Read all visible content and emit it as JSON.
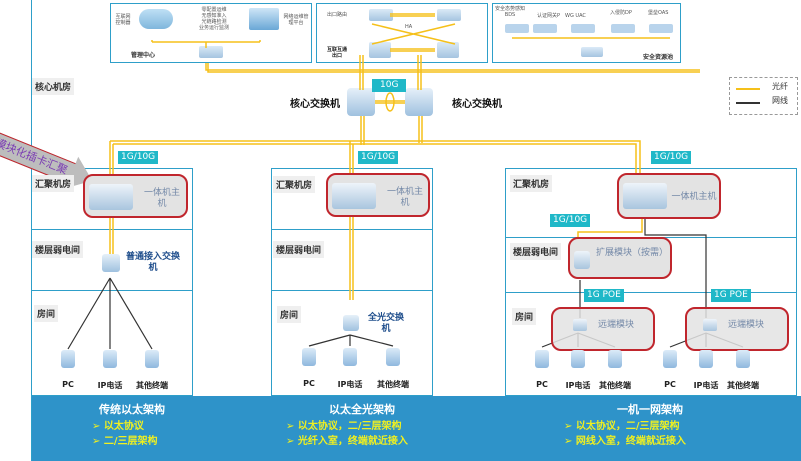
{
  "top_panels": {
    "management": {
      "title": "管理中心",
      "left_device_label": "互联网控制器",
      "center_text": [
        "零配置运维",
        "无感知准入",
        "光链路检测",
        "业务运行监测"
      ],
      "right_device_label": "网络运维管理平台"
    },
    "egress": {
      "router_label": "出口路由",
      "ha_label": "HA",
      "firewall_label": "互联互通出口"
    },
    "security": {
      "title": "安全资源池",
      "devices": [
        "安全态势感知BDS",
        "认证网关P",
        "WG UAC",
        "入侵防DP",
        "堡垒OAS"
      ]
    }
  },
  "legend": {
    "fiber_label": "光纤",
    "cable_label": "网线",
    "fiber_color": "#f5c01a",
    "cable_color": "#333333"
  },
  "core": {
    "zone_label": "核心机房",
    "switch_left_label": "核心交换机",
    "switch_right_label": "核心交换机",
    "link_tag": "10G"
  },
  "callout": {
    "text": "模块化插卡汇聚"
  },
  "columns": [
    {
      "uplink_tag": "1G/10G",
      "aggregation": {
        "zone_label": "汇聚机房",
        "device_label": "一体机主机"
      },
      "floor": {
        "zone_label": "楼层弱电间",
        "device_label": "普通接入交换机"
      },
      "room": {
        "zone_label": "房间",
        "terminals": [
          "PC",
          "IP电话",
          "其他终端"
        ]
      },
      "footer": {
        "title": "传统以太架构",
        "bullets": [
          "以太协议",
          "二/三层架构"
        ]
      }
    },
    {
      "uplink_tag": "1G/10G",
      "aggregation": {
        "zone_label": "汇聚机房",
        "device_label": "一体机主机"
      },
      "floor": {
        "zone_label": "楼层弱电间"
      },
      "room": {
        "zone_label": "房间",
        "device_label": "全光交换机",
        "terminals": [
          "PC",
          "IP电话",
          "其他终端"
        ]
      },
      "footer": {
        "title": "以太全光架构",
        "bullets": [
          "以太协议，二/三层架构",
          "光纤入室，终端就近接入"
        ]
      }
    },
    {
      "uplink_tag": "1G/10G",
      "aggregation": {
        "zone_label": "汇聚机房",
        "device_label": "一体机主机",
        "downlink_tag": "1G/10G"
      },
      "floor": {
        "zone_label": "楼层弱电间",
        "device_label": "扩展模块（按需）"
      },
      "room": {
        "zone_label": "房间",
        "poe_tags": [
          "1G  POE",
          "1G  POE"
        ],
        "remote_modules": [
          "远端模块",
          "远端模块"
        ],
        "terminals": [
          "PC",
          "IP电话",
          "其他终端",
          "PC",
          "IP电话",
          "其他终端"
        ]
      },
      "footer": {
        "title": "一机一网架构",
        "bullets": [
          "以太协议，二/三层架构",
          "网线入室，终端就近接入"
        ]
      }
    }
  ],
  "bullet_marker": "➢"
}
